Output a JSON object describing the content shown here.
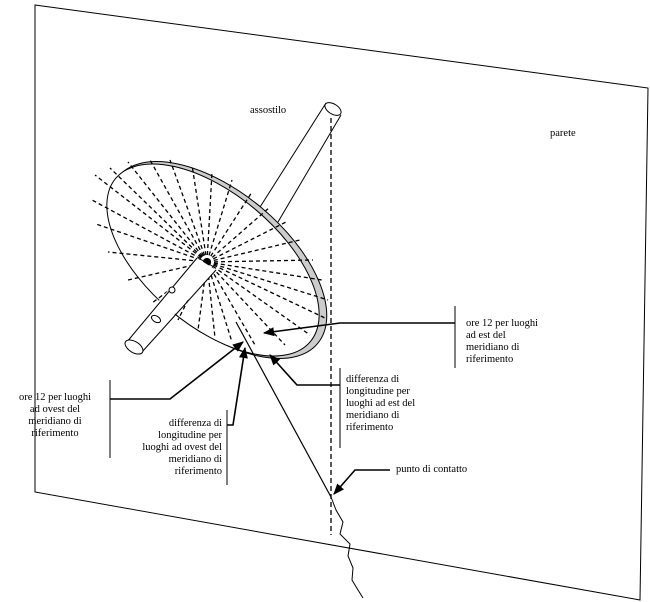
{
  "labels": {
    "assostilo": "assostilo",
    "parete": "parete",
    "ore12_est": "ore 12 per luoghi\nad est del\nmeridiano di\nriferimento",
    "ore12_ovest": "ore 12 per luoghi\nad ovest del\nmeridiano di\nriferimento",
    "diff_est": "differenza di\nlongitudine per\nluoghi ad est del\nmeridiano di\nriferimento",
    "diff_ovest": "differenza di\nlongitudine per\nluoghi ad ovest del\nmeridiano di\nriferimento",
    "punto": "punto di contatto"
  }
}
